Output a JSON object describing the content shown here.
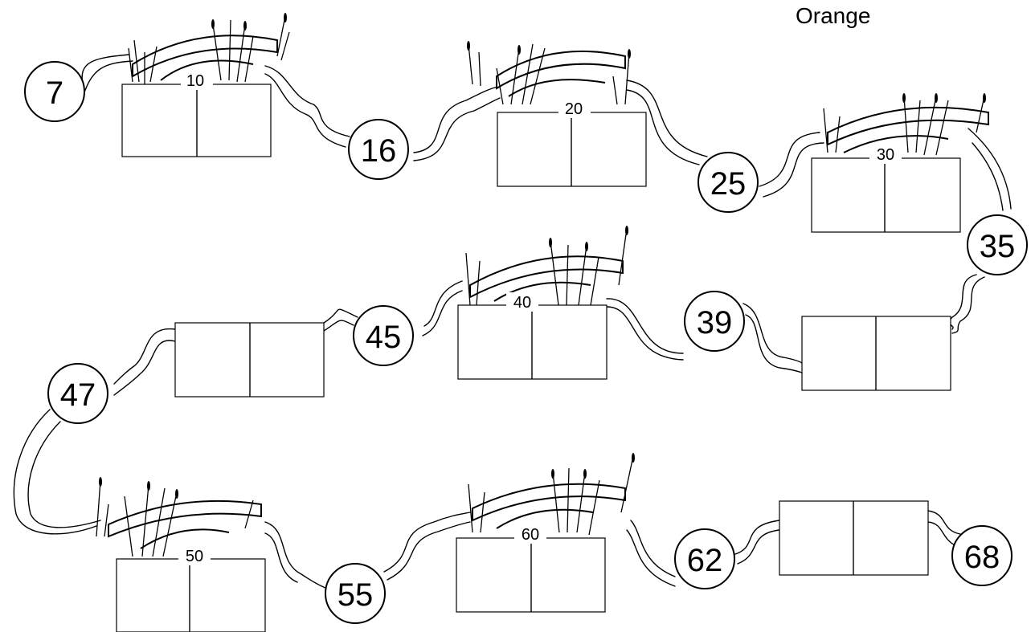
{
  "title": "Orange",
  "stones": [
    "7",
    "16",
    "25",
    "35",
    "39",
    "45",
    "47",
    "55",
    "62",
    "68"
  ],
  "box_labels": [
    "10",
    "20",
    "30",
    "40",
    "50",
    "60"
  ],
  "colors": {
    "ink": "#000000",
    "paper": "#ffffff"
  }
}
